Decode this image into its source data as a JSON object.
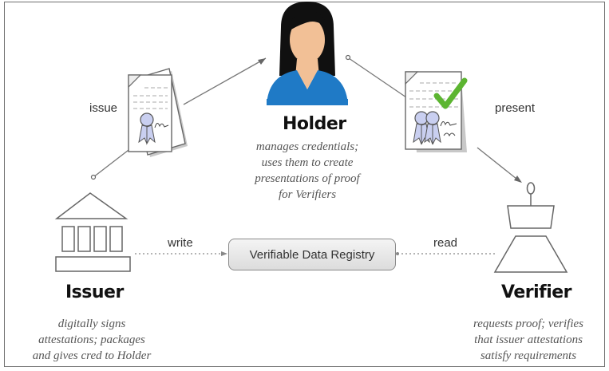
{
  "holder": {
    "title": "Holder",
    "description": [
      "manages credentials;",
      "uses them to create",
      "presentations of proof",
      "for Verifiers"
    ]
  },
  "issuer": {
    "title": "Issuer",
    "description": [
      "digitally signs",
      "attestations; packages",
      "and gives cred to Holder"
    ]
  },
  "verifier": {
    "title": "Verifier",
    "description": [
      "requests proof; verifies",
      "that issuer attestations",
      "satisfy requirements"
    ]
  },
  "registry": {
    "label": "Verifiable Data Registry"
  },
  "edges": {
    "issue": "issue",
    "present": "present",
    "write": "write",
    "read": "read"
  },
  "colors": {
    "holder_shirt": "#1f7ac6",
    "holder_skin": "#f2c096",
    "holder_hair": "#101010",
    "checkmark": "#5cb531",
    "ribbon_fill": "#c9cff0",
    "line": "#777777"
  },
  "icons": {
    "holder": "person-avatar-icon",
    "issuer": "bank-building-icon",
    "verifier": "verifier-machine-icon",
    "issued_credential": "credential-document-icon",
    "presented_credential": "verified-credential-document-icon"
  }
}
